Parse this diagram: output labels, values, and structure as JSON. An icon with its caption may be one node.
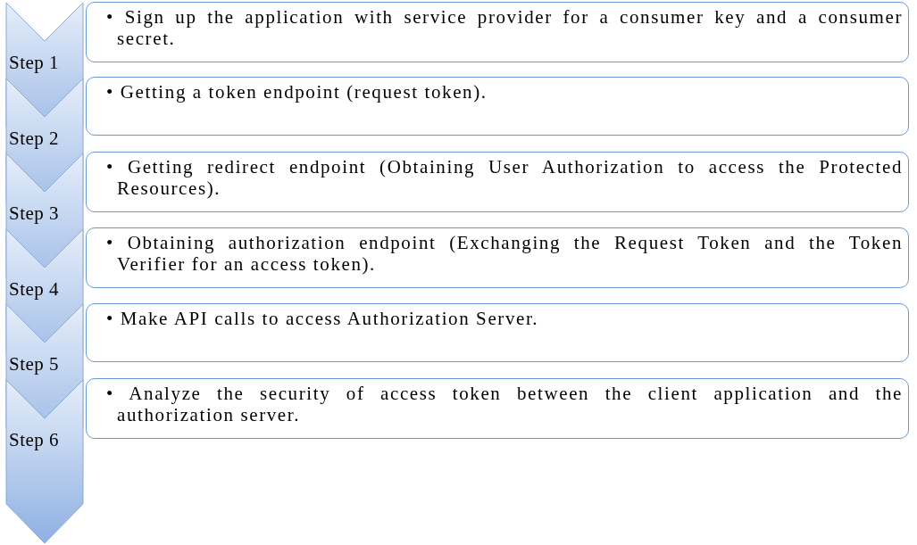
{
  "diagram": {
    "nodes": [
      {
        "text": [
          "Step 1"
        ]
      },
      {
        "text": [
          "• Sign up  the application with service provider for a consumer key and a consumer secret."
        ]
      },
      {
        "text": [
          "Step 2"
        ]
      },
      {
        "text": [
          "• Getting a token endpoint (request token)."
        ]
      },
      {
        "text": [
          "Step 3"
        ]
      },
      {
        "text": [
          "• Getting redirect endpoint (Obtaining User Authorization to access the Protected Resources)."
        ]
      },
      {
        "text": [
          "Step 4"
        ]
      },
      {
        "text": [
          "• Obtaining authorization endpoint (Exchanging the Request Token and the Token Verifier  for an access token)."
        ]
      },
      {
        "text": [
          "Step 5"
        ]
      },
      {
        "text": [
          "• Make API calls to access Authorization Server."
        ]
      },
      {
        "text": [
          "Step 6"
        ]
      },
      {
        "text": [
          "• Analyze  the security of access token between the client application and the authorization  server."
        ]
      }
    ]
  }
}
